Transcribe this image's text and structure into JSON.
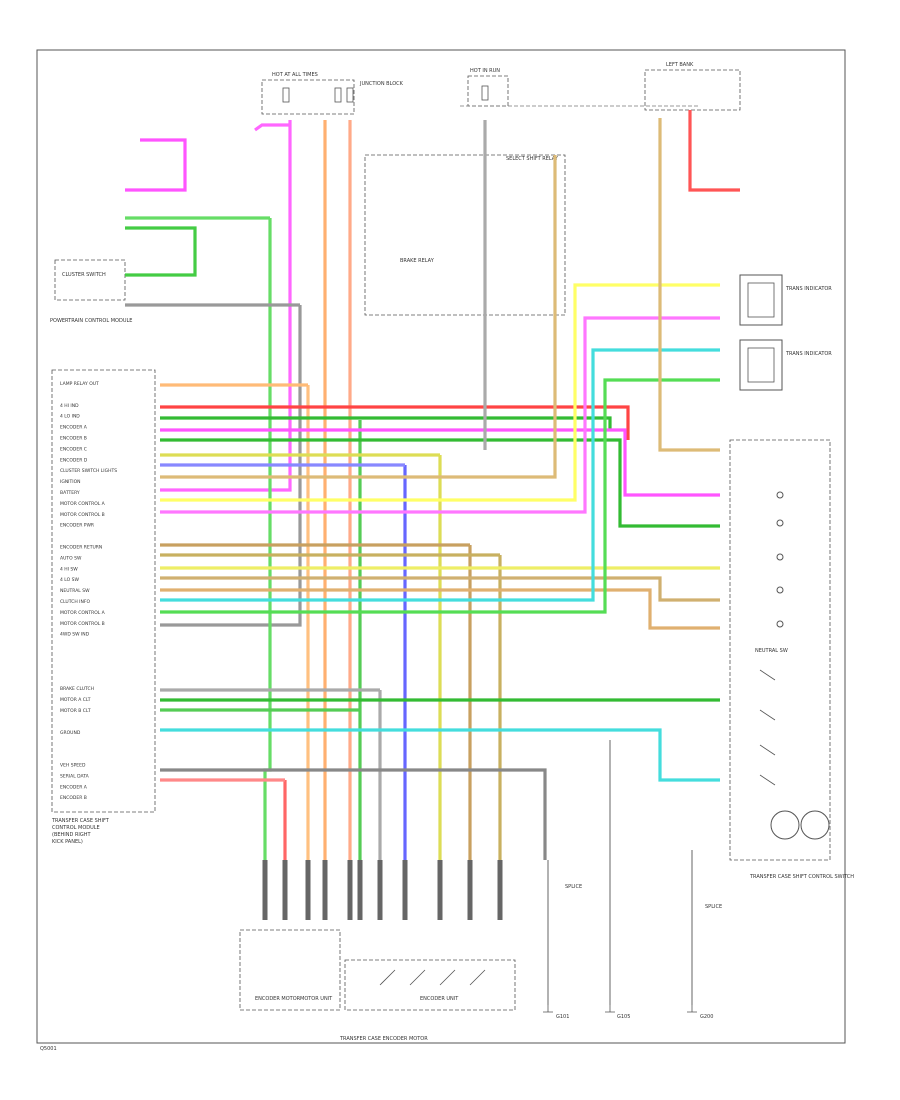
{
  "diagram": {
    "code_label": "Q5001",
    "bottom_caption": "TRANSFER CASE ENCODER MOTOR",
    "pcm": {
      "caption": [
        "TRANSFER CASE SHIFT",
        "CONTROL MODULE",
        "(BEHIND RIGHT",
        "KICK PANEL)"
      ],
      "pins": [
        "LAMP RELAY OUT",
        "",
        "4 HI IND",
        "4 LO IND",
        "ENCODER A",
        "ENCODER B",
        "ENCODER C",
        "ENCODER D",
        "CLUSTER SWITCH LIGHTS",
        "IGNITION",
        "BATTERY",
        "MOTOR CONTROL A",
        "MOTOR CONTROL B",
        "ENCODER PWR",
        "",
        "ENCODER RETURN",
        "AUTO SW",
        "4 HI SW",
        "4 LO SW",
        "NEUTRAL SW",
        "CLUTCH INFO",
        "MOTOR CONTROL A",
        "MOTOR CONTROL B",
        "4WD SW IND",
        "",
        "",
        "",
        "",
        "BRAKE CLUTCH",
        "MOTOR A CLT",
        "MOTOR B CLT",
        "",
        "GROUND",
        "",
        "",
        "VEH SPEED",
        "SERIAL DATA",
        "ENCODER A",
        "ENCODER B"
      ]
    },
    "components": {
      "fuse_left": "HOT AT ALL TIMES",
      "fuse_mid": "HOT IN RUN",
      "junction": "JUNCTION BLOCK",
      "cluster_switch": "CLUSTER SWITCH",
      "pcm_label": "POWERTRAIN CONTROL MODULE",
      "shift_relay": "SELECT SHIFT RELAY",
      "brake_relay": "BRAKE RELAY",
      "left_bank": "LEFT BANK",
      "indicator_top": "TRANS INDICATOR",
      "indicator_bottom": "TRANS INDICATOR",
      "neutral_sw": "NEUTRAL SW",
      "transfer_switch": "TRANSFER CASE SHIFT CONTROL SWITCH",
      "encoder_motor": "ENCODER MOTOR",
      "motor_unit": "MOTOR UNIT",
      "encoder_unit": "ENCODER UNIT",
      "splice_a": "SPLICE",
      "splice_b": "SPLICE",
      "ground_a": "G101",
      "ground_b": "G105",
      "ground_c": "G200"
    }
  }
}
